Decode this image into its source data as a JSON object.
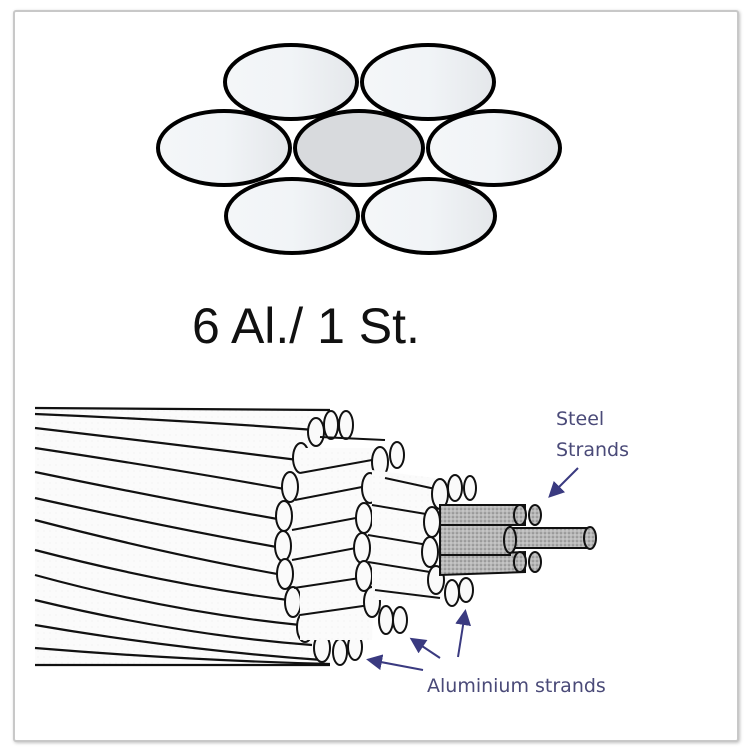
{
  "diagram": {
    "title": "6 Al./ 1 St.",
    "cross_section": {
      "outer_strands": 6,
      "core_strands": 1,
      "outer_fill": "#eef2f5",
      "core_fill": "#d6d8db",
      "stroke": "#000000"
    },
    "labels": {
      "steel": [
        "Steel",
        "Strands"
      ],
      "aluminium": "Aluminium strands"
    },
    "colors": {
      "label_text": "#4a4a78",
      "arrow": "#3a3a80",
      "frame": "#c8c8c8"
    }
  }
}
